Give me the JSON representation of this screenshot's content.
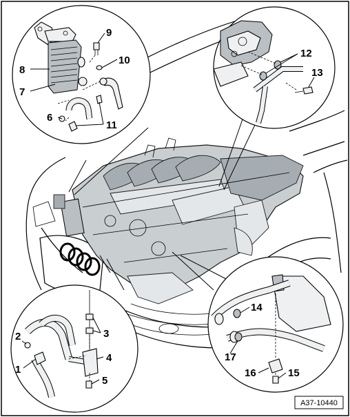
{
  "figure_code": "A37-10440",
  "callouts": {
    "c1": "1",
    "c2": "2",
    "c3": "3",
    "c4": "4",
    "c5": "5",
    "c6": "6",
    "c7": "7",
    "c8": "8",
    "c9": "9",
    "c10": "10",
    "c11": "11",
    "c12": "12",
    "c13": "13",
    "c14": "14",
    "c15": "15",
    "c16": "16",
    "c17": "17"
  }
}
